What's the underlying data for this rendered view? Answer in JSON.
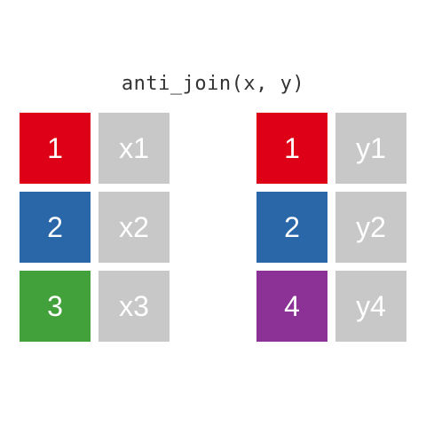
{
  "title": "anti_join(x, y)",
  "colors": {
    "key_1": "#dd0016",
    "key_2": "#2a67a8",
    "key_3": "#42a13b",
    "key_4": "#8c3297",
    "value_cell": "#c8c8c8",
    "text": "#ffffff"
  },
  "table_x": {
    "rows": [
      {
        "key": "1",
        "value": "x1",
        "color": "#dd0016"
      },
      {
        "key": "2",
        "value": "x2",
        "color": "#2a67a8"
      },
      {
        "key": "3",
        "value": "x3",
        "color": "#42a13b"
      }
    ]
  },
  "table_y": {
    "rows": [
      {
        "key": "1",
        "value": "y1",
        "color": "#dd0016"
      },
      {
        "key": "2",
        "value": "y2",
        "color": "#2a67a8"
      },
      {
        "key": "4",
        "value": "y4",
        "color": "#8c3297"
      }
    ]
  }
}
